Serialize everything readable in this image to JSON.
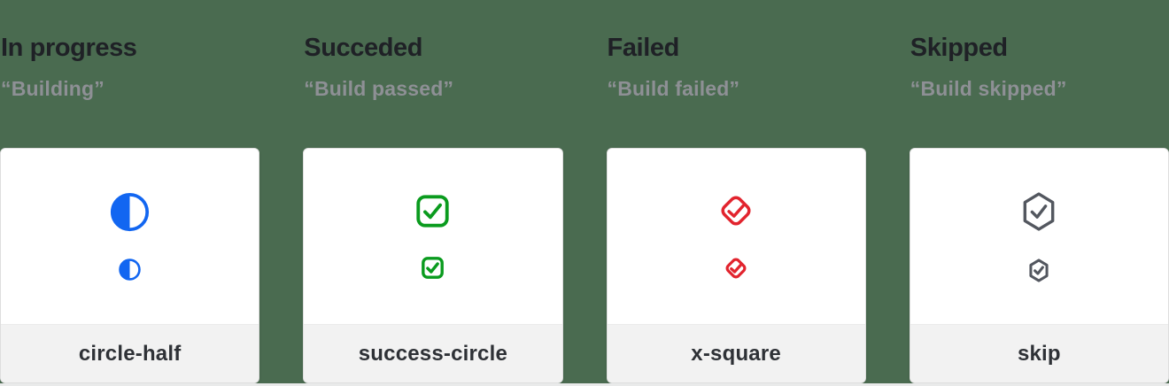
{
  "page": {
    "background_color": "#4a6b50",
    "card_background": "#ffffff",
    "footer_background": "#f2f2f2"
  },
  "columns": [
    {
      "title": "In progress",
      "quote": "“Building”",
      "label": "circle-half",
      "icon": "circle-half-icon",
      "icon_color": "#1266f1",
      "icon_css": "color:#1266f1"
    },
    {
      "title": "Succeded",
      "quote": "“Build passed”",
      "label": "success-circle",
      "icon": "check-square-icon",
      "icon_color": "#0a9b1e",
      "icon_css": "color:#0a9b1e"
    },
    {
      "title": "Failed",
      "quote": "“Build failed”",
      "label": "x-square",
      "icon": "check-diamond-icon",
      "icon_color": "#e2242e",
      "icon_css": "color:#e2242e"
    },
    {
      "title": "Skipped",
      "quote": "“Build skipped”",
      "label": "skip",
      "icon": "check-hexagon-icon",
      "icon_color": "#53575f",
      "icon_css": "color:#53575f"
    }
  ]
}
